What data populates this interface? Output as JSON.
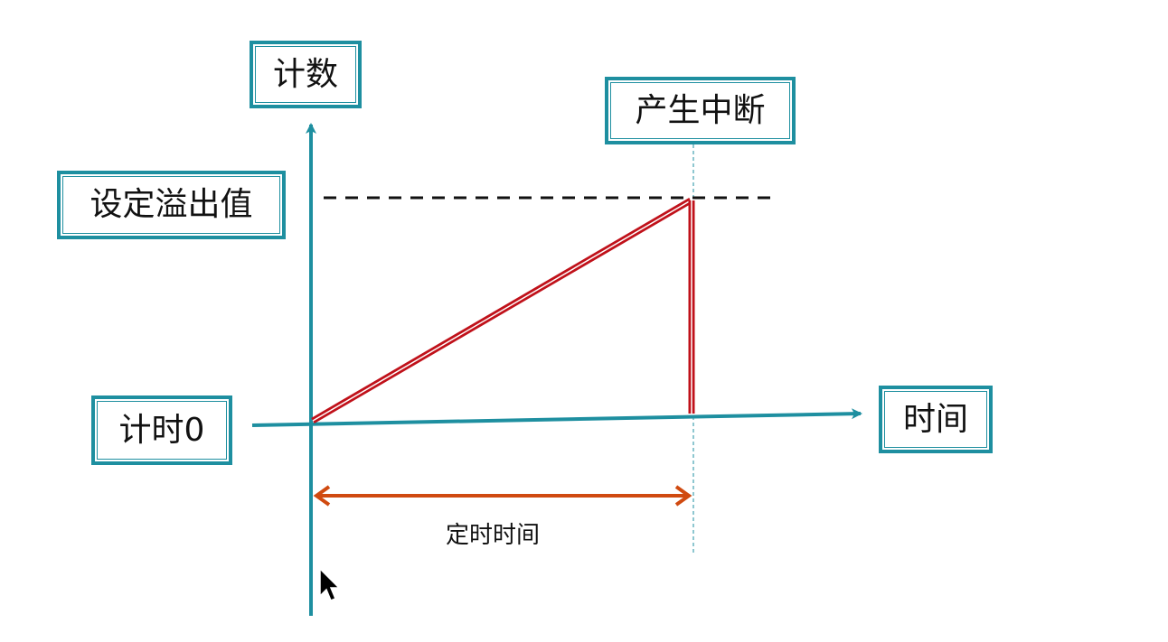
{
  "labels": {
    "y_axis": "计数",
    "interrupt": "产生中断",
    "overflow_value": "设定溢出值",
    "start": "计时0",
    "x_axis": "时间",
    "duration": "定时时间"
  },
  "colors": {
    "axis": "#1e8fa0",
    "ramp": "#c0111a",
    "duration_arrow": "#d04a10",
    "overflow_line": "#111111",
    "box_border": "#1e8fa0"
  },
  "icons": {
    "cursor": "mouse-pointer-icon"
  }
}
